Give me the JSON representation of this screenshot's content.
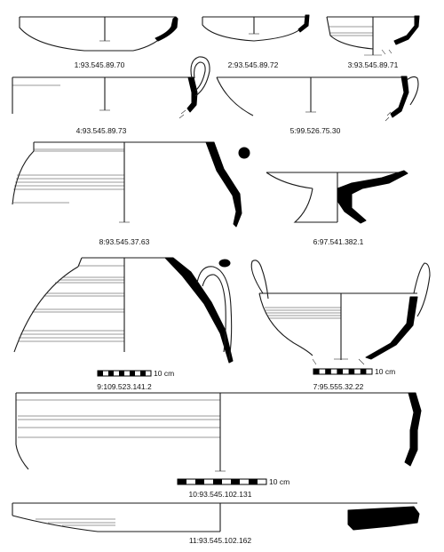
{
  "sherds": [
    {
      "label": "1:93.545.89.70"
    },
    {
      "label": "2:93.545.89.72"
    },
    {
      "label": "3:93.545.89.71"
    },
    {
      "label": "4:93.545.89.73"
    },
    {
      "label": "5:99.526.75.30"
    },
    {
      "label": "8:93.545.37.63"
    },
    {
      "label": "6:97.541.382.1"
    },
    {
      "label": "9:109.523.141.2"
    },
    {
      "label": "7:95.555.32.22"
    },
    {
      "label": "10:93.545.102.131"
    },
    {
      "label": "11:93.545.102.162"
    }
  ],
  "scale_label": "10 cm"
}
